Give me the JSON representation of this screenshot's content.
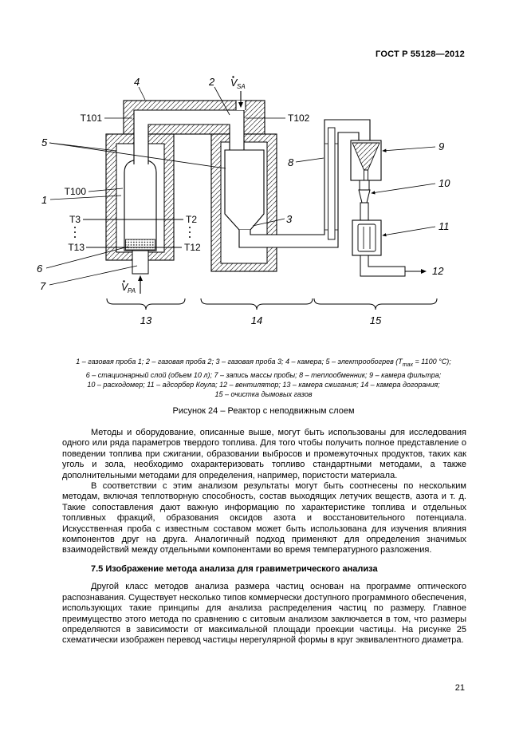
{
  "header": {
    "doc_code": "ГОСТ Р 55128—2012"
  },
  "figure": {
    "labels": {
      "n1": "1",
      "n2": "2",
      "n3": "3",
      "n4": "4",
      "n5": "5",
      "n6": "6",
      "n7": "7",
      "n8": "8",
      "n9": "9",
      "n10": "10",
      "n11": "11",
      "n12": "12",
      "n13": "13",
      "n14": "14",
      "n15": "15",
      "t100": "T100",
      "t101": "T101",
      "t102": "T102",
      "t3": "T3",
      "t13": "T13",
      "t2": "T2",
      "t12": "T12",
      "v": "V",
      "sub_sa": "SA",
      "sub_pa": "PA"
    },
    "legend": {
      "line1_pre": "1 – газовая проба 1; 2 – газовая проба 2; 3 – газовая проба 3; 4 – камера; 5 – электрообогрев (T",
      "line1_sub": "max",
      "line1_post": " = 1100 °C);",
      "line2": "6 – стационарный слой (объем 10 л); 7 – запись массы пробы; 8 – теплообменник; 9 – камера фильтра;",
      "line3": "10 – расходомер; 11 – адсорбер Коула; 12 – вентилятор; 13 – камера сжигания; 14 – камера догорания;",
      "line4": "15 – очистка дымовых газов"
    },
    "caption": "Рисунок 24 – Реактор с неподвижным слоем"
  },
  "body": {
    "para1": "Методы и оборудование, описанные выше, могут быть использованы для исследования одного или ряда параметров твердого топлива. Для того чтобы получить полное представление о поведении топлива при сжигании, образовании выбросов и промежуточных продуктов, таких как уголь и зола, необходимо охарактеризовать топливо стандартными методами, а также дополнительными методами для определения, например, пористости материала.",
    "para2": "В соответствии с этим анализом результаты могут быть соотнесены по нескольким методам, включая теплотворную способность, состав выходящих летучих веществ, азота и т. д. Такие сопоставления дают важную информацию по характеристике топлива и отдельных топливных фракций, образования оксидов азота и восстановительного потенциала. Искусственная проба с известным составом может быть использована для изучения влияния компонентов друг на друга. Аналогичный подход применяют для определения значимых взаимодействий между отдельными компонентами во время температурного разложения.",
    "heading": "7.5 Изображение метода анализа для гравиметрического анализа",
    "para3": "Другой класс методов анализа размера частиц основан на программе оптического распознавания. Существует несколько типов коммерчески доступного программного обеспечения, использующих такие принципы для анализа распределения частиц по размеру. Главное преимущество этого метода по сравнению с ситовым анализом заключается в том, что размеры определяются в зависимости от максимальной площади проекции частицы. На рисунке 25 схематически изображен перевод частицы нерегулярной формы в круг эквивалентного диаметра."
  },
  "footer": {
    "page_number": "21"
  }
}
